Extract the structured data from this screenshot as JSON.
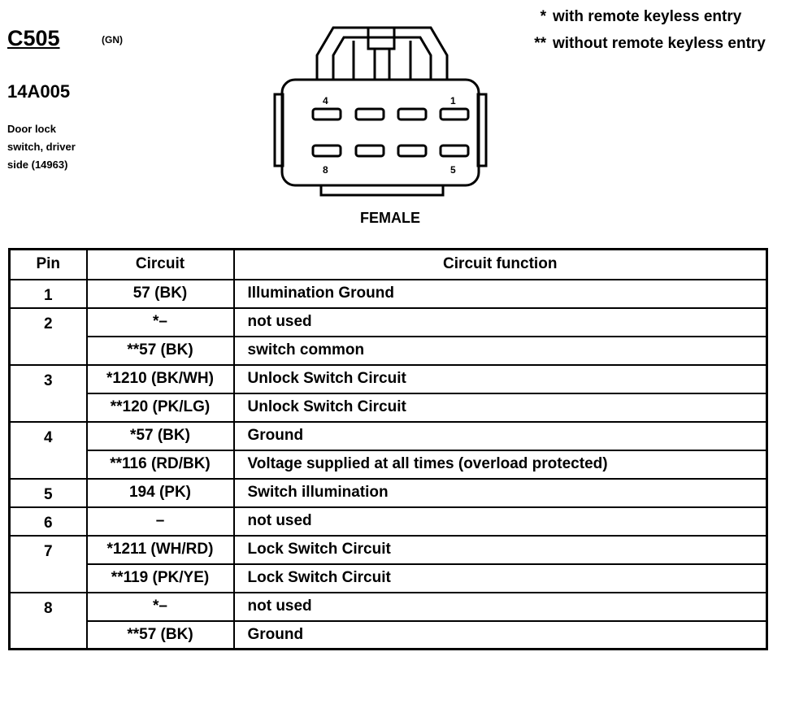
{
  "header": {
    "connector_id": "C505",
    "wire_color": "(GN)",
    "part_number": "14A005",
    "description": [
      "Door lock",
      "switch, driver",
      "side (14963)"
    ]
  },
  "legend": [
    {
      "mark": "*",
      "text": "with remote keyless entry"
    },
    {
      "mark": "**",
      "text": "without remote keyless entry"
    }
  ],
  "connector": {
    "pin_labels": {
      "top_left": "4",
      "top_right": "1",
      "bottom_left": "8",
      "bottom_right": "5"
    },
    "label": "FEMALE"
  },
  "table": {
    "headers": [
      "Pin",
      "Circuit",
      "Circuit function"
    ],
    "rows": [
      {
        "pin": "1",
        "circuit": "57 (BK)",
        "function": "Illumination Ground"
      },
      {
        "pin": "2",
        "circuit": "*–",
        "function": "not used"
      },
      {
        "pin": "",
        "circuit": "**57 (BK)",
        "function": "switch common"
      },
      {
        "pin": "3",
        "circuit": "*1210 (BK/WH)",
        "function": "Unlock Switch Circuit"
      },
      {
        "pin": "",
        "circuit": "**120 (PK/LG)",
        "function": "Unlock Switch Circuit"
      },
      {
        "pin": "4",
        "circuit": "*57 (BK)",
        "function": "Ground"
      },
      {
        "pin": "",
        "circuit": "**116 (RD/BK)",
        "function": "Voltage supplied at all times (overload protected)"
      },
      {
        "pin": "5",
        "circuit": "194 (PK)",
        "function": "Switch illumination"
      },
      {
        "pin": "6",
        "circuit": "–",
        "function": "not used"
      },
      {
        "pin": "7",
        "circuit": "*1211 (WH/RD)",
        "function": "Lock Switch Circuit"
      },
      {
        "pin": "",
        "circuit": "**119 (PK/YE)",
        "function": "Lock Switch Circuit"
      },
      {
        "pin": "8",
        "circuit": "*–",
        "function": "not used"
      },
      {
        "pin": "",
        "circuit": "**57 (BK)",
        "function": "Ground"
      }
    ]
  }
}
